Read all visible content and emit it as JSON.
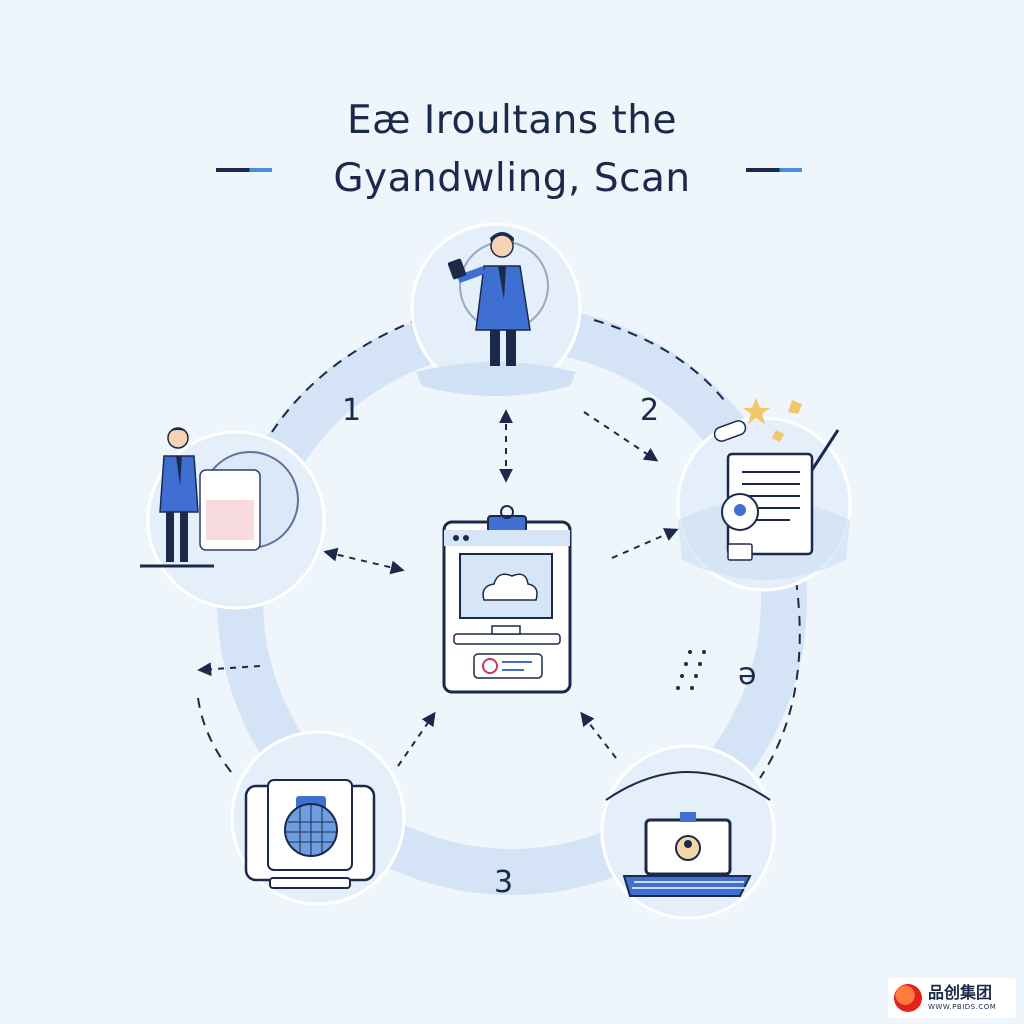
{
  "title": {
    "line1": "Eæ Iroultans the",
    "line2": "Gyandwling, Scan"
  },
  "steps": [
    {
      "label": "1"
    },
    {
      "label": "2"
    },
    {
      "label": "ə"
    },
    {
      "label": "3"
    }
  ],
  "colors": {
    "accent": "#4a90d9",
    "ink": "#1b2a4a",
    "ring": "#cfe1f4",
    "suit": "#3f6fd1"
  },
  "watermark": {
    "main": "品创集团",
    "sub": "WWW.PBIDS.COM"
  }
}
